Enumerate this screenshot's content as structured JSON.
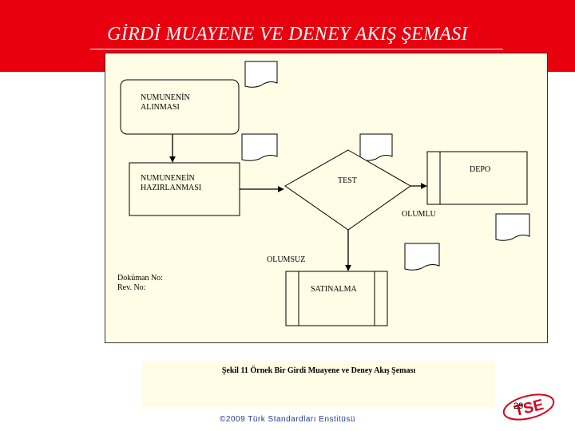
{
  "slide": {
    "title": "GİRDİ MUAYENE VE DENEY AKIŞ ŞEMASI",
    "caption": "Şekil 11 Örnek Bir Girdi Muayene ve Deney Akış Şeması",
    "page_number": "29",
    "copyright": "©2009 Türk Standardları Enstitüsü",
    "logo_text": "TSE"
  },
  "diagram": {
    "nodes": {
      "sampling": "NUMUNENİN ALINMASI",
      "preparation": "NUMUNENEİN HAZIRLANMASI",
      "test": "TEST",
      "depot": "DEPO",
      "purchasing": "SATINALMA",
      "doc_info": [
        "Doküman No:",
        "Rev. No:"
      ]
    },
    "edges": {
      "positive": "OLUMLU",
      "negative": "OLUMSUZ"
    }
  },
  "colors": {
    "header_band": "#e8000f",
    "panel_background": "#fffde6",
    "logo": "#d6001c",
    "copyright": "#1f3a8a"
  }
}
